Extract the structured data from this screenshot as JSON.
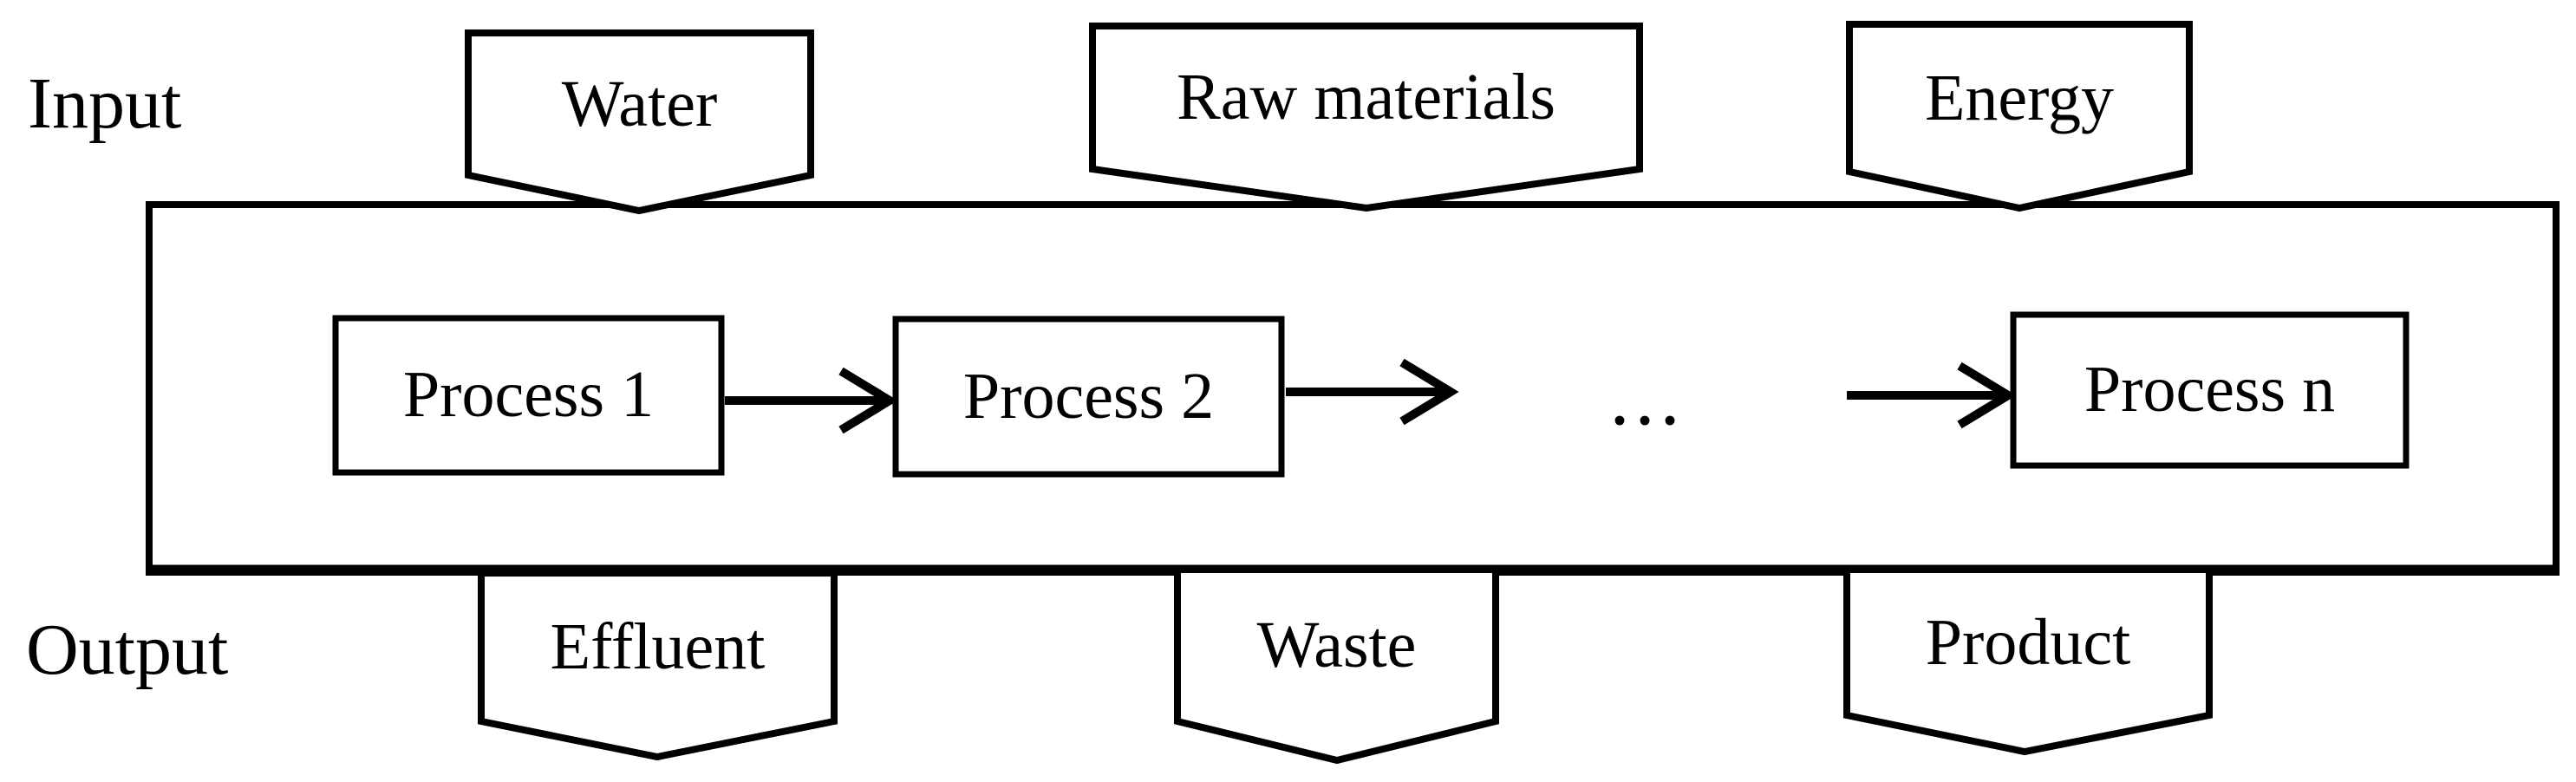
{
  "diagram": {
    "title_hint": "Process input-output flow diagram",
    "input_label": "Input",
    "output_label": "Output",
    "ellipsis": "...",
    "top_banners": [
      {
        "label": "Water"
      },
      {
        "label": "Raw materials"
      },
      {
        "label": "Energy"
      }
    ],
    "processes": [
      {
        "label": "Process 1"
      },
      {
        "label": "Process 2"
      },
      {
        "label": "Process n"
      }
    ],
    "bottom_banners": [
      {
        "label": "Effluent"
      },
      {
        "label": "Waste"
      },
      {
        "label": "Product"
      }
    ],
    "colors": {
      "stroke": "#000000",
      "fill": "#ffffff",
      "background": "#ffffff"
    }
  }
}
